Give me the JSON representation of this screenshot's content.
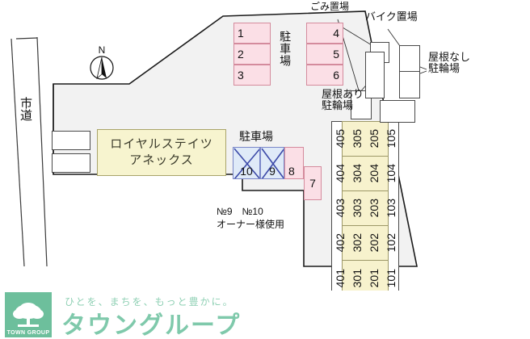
{
  "plan": {
    "road_label": "市道",
    "compass_label": "N",
    "annex_name_line1": "ロイヤルステイツ",
    "annex_name_line2": "アネックス",
    "parking_label_top": "駐車場",
    "parking_label_mid": "駐車場",
    "garbage_label": "ごみ置場",
    "bike_label": "バイク置場",
    "covered_bicycle_label_l1": "屋根あり",
    "covered_bicycle_label_l2": "駐輪場",
    "uncovered_bicycle_label_l1": "屋根なし",
    "uncovered_bicycle_label_l2": "駐輪場",
    "owner_note_l1": "№9　№10",
    "owner_note_l2": "オーナー様使用"
  },
  "stalls_left_column": [
    {
      "number": "1"
    },
    {
      "number": "2"
    },
    {
      "number": "3"
    }
  ],
  "stalls_right_column": [
    {
      "number": "4"
    },
    {
      "number": "5"
    },
    {
      "number": "6"
    }
  ],
  "stall_seven": {
    "number": "7"
  },
  "stall_eight": {
    "number": "8"
  },
  "stalls_owner": [
    {
      "number": "10"
    },
    {
      "number": "9"
    }
  ],
  "units": [
    {
      "numbers": [
        "105",
        "205",
        "305",
        "405"
      ]
    },
    {
      "numbers": [
        "104",
        "204",
        "304",
        "404"
      ]
    },
    {
      "numbers": [
        "103",
        "203",
        "303",
        "403"
      ]
    },
    {
      "numbers": [
        "102",
        "202",
        "302",
        "402"
      ]
    },
    {
      "numbers": [
        "101",
        "201",
        "301",
        "401"
      ]
    }
  ],
  "footer": {
    "tagline": "ひとを、まちを、もっと豊かに。",
    "brand": "タウングループ",
    "mark_text": "TOWN GROUP"
  },
  "colors": {
    "stall_fill": "#fbdfe6",
    "stall_stroke": "#d48b9d",
    "owner_fill": "#dfeaf8",
    "owner_stroke": "#7a86c8",
    "building_fill": "#f7f2cd",
    "site_fill": "#f2f2f2",
    "brand_green": "#6dbf9c"
  }
}
